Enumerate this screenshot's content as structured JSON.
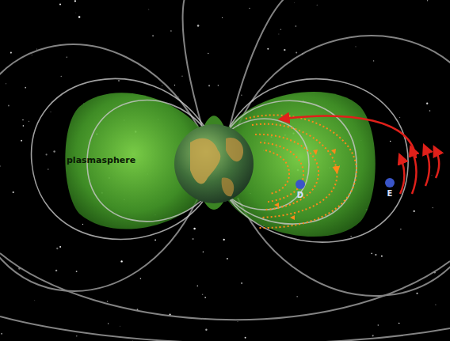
{
  "diagram": {
    "labels": [
      "plasmasphere",
      "D",
      "E"
    ]
  }
}
